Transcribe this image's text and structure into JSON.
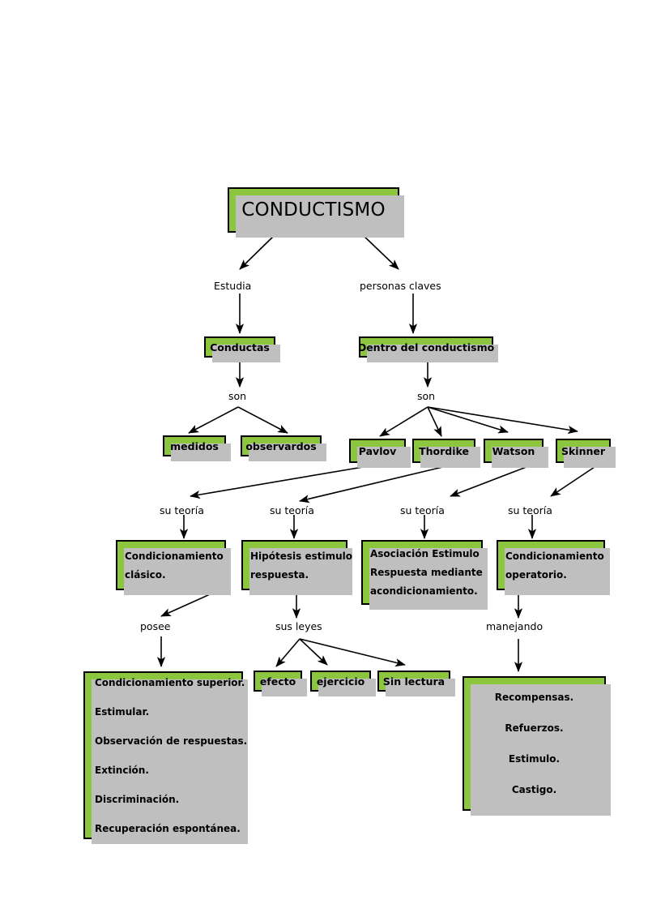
{
  "diagram": {
    "title": "CONDUCTISMO",
    "background_color": "#ffffff",
    "node_fill": "#8CC63E",
    "node_border": "#000000",
    "shadow_color": "#bfbfbf",
    "text_color": "#000000"
  },
  "nodes": {
    "root": {
      "label": "CONDUCTISMO"
    },
    "conductas": {
      "label": "Conductas"
    },
    "dentro": {
      "label": "Dentro del conductismo"
    },
    "medidos": {
      "label": "medidos"
    },
    "observardos": {
      "label": "observardos"
    },
    "pavlov": {
      "label": "Pavlov"
    },
    "thordike": {
      "label": "Thordike"
    },
    "watson": {
      "label": "Watson"
    },
    "skinner": {
      "label": "Skinner"
    },
    "teoria_pavlov": {
      "line1": "Condicionamiento",
      "line2": "clásico."
    },
    "teoria_thordike": {
      "line1": "Hipótesis estimulo",
      "line2": "respuesta."
    },
    "teoria_watson": {
      "line1": "Asociación Estimulo",
      "line2": "Respuesta mediante",
      "line3": "acondicionamiento."
    },
    "teoria_skinner": {
      "line1": "Condicionamiento",
      "line2": "operatorio."
    },
    "efecto": {
      "label": "efecto"
    },
    "ejercicio": {
      "label": "ejercicio"
    },
    "sin_lectura": {
      "label": "Sin lectura"
    },
    "posee_list": {
      "items": [
        "Condicionamiento superior.",
        "Estimular.",
        "Observación de respuestas.",
        "Extinción.",
        "Discriminación.",
        "Recuperación espontánea."
      ]
    },
    "manejando_list": {
      "items": [
        "Recompensas.",
        "Refuerzos.",
        "Estimulo.",
        "Castigo."
      ]
    }
  },
  "link_labels": {
    "estudia": "Estudia",
    "personas_claves": "personas claves",
    "son_left": "son",
    "son_right": "son",
    "su_teoria_1": "su teoría",
    "su_teoria_2": "su teoría",
    "su_teoria_3": "su teoría",
    "su_teoria_4": "su teoría",
    "posee": "posee",
    "sus_leyes": "sus leyes",
    "manejando": "manejando"
  }
}
